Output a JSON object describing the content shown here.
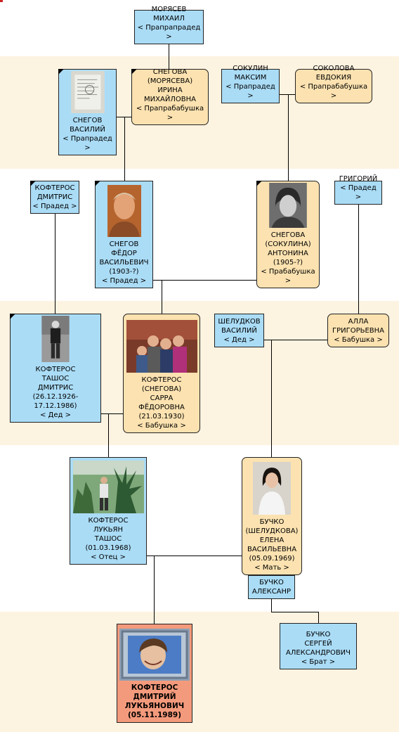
{
  "nodes": {
    "morjasev": {
      "lines": [
        "МОРЯСЕВ",
        "МИХАИЛ"
      ],
      "relation": "< Прапрапрадед >"
    },
    "snegov_vasiliy": {
      "lines": [
        "СНЕГОВ",
        "ВАСИЛИЙ"
      ],
      "relation": "< Прапрадед >"
    },
    "snegova_irina": {
      "lines": [
        "СНЕГОВА",
        "(МОРЯСЕВА)",
        "ИРИНА",
        "МИХАЙЛОВНА"
      ],
      "relation": "< Прапрабабушка >"
    },
    "sokulin": {
      "lines": [
        "СОКУЛИН",
        "МАКСИМ"
      ],
      "relation": "< Прапрадед >"
    },
    "sokolova": {
      "lines": [
        "СОКОЛОВА",
        "ЕВДОКИЯ"
      ],
      "relation": "< Прапрабабушка >"
    },
    "kofteros_dmitris": {
      "lines": [
        "КОФТЕРОС",
        "ДМИТРИС"
      ],
      "relation": "< Прадед >"
    },
    "snegov_fedor": {
      "lines": [
        "СНЕГОВ",
        "ФЁДОР",
        "ВАСИЛЬЕВИЧ",
        "(1903-?)"
      ],
      "relation": "< Прадед >"
    },
    "snegova_antonina": {
      "lines": [
        "СНЕГОВА",
        "(СОКУЛИНА)",
        "АНТОНИНА",
        "(1905-?)"
      ],
      "relation": "< Прабабушка >"
    },
    "grigoriy": {
      "lines": [
        "ГРИГОРИЙ"
      ],
      "relation": "< Прадед >"
    },
    "kofteros_tashos": {
      "lines": [
        "КОФТЕРОС",
        "ТАШОС",
        "ДМИТРИС",
        "(26.12.1926-17.12.1986)"
      ],
      "relation": "< Дед >"
    },
    "kofteros_sarra": {
      "lines": [
        "КОФТЕРОС",
        "(СНЕГОВА)",
        "САРРА",
        "ФЁДОРОВНА",
        "(21.03.1930)"
      ],
      "relation": "< Бабушка >"
    },
    "sheludkov": {
      "lines": [
        "ШЕЛУДКОВ",
        "ВАСИЛИЙ"
      ],
      "relation": "< Дед >"
    },
    "alla": {
      "lines": [
        "АЛЛА",
        "ГРИГОРЬЕВНА"
      ],
      "relation": "< Бабушка >"
    },
    "kofteros_lukyan": {
      "lines": [
        "КОФТЕРОС",
        "ЛУКЬЯН",
        "ТАШОС",
        "(01.03.1968)"
      ],
      "relation": "< Отец >"
    },
    "buchko_elena": {
      "lines": [
        "БУЧКО",
        "(ШЕЛУДКОВА)",
        "ЕЛЕНА",
        "ВАСИЛЬЕВНА",
        "(05.09.1969)"
      ],
      "relation": "< Мать >"
    },
    "buchko_aleksandr": {
      "lines": [
        "БУЧКО",
        "АЛЕКСАНР"
      ],
      "relation": ""
    },
    "buchko_sergey": {
      "lines": [
        "БУЧКО",
        "СЕРГЕЙ",
        "АЛЕКСАНДРОВИЧ"
      ],
      "relation": "< Брат >"
    },
    "self": {
      "lines": [
        "КОФТЕРОС",
        "ДМИТРИЙ",
        "ЛУКЬЯНОВИЧ",
        "(05.11.1989)"
      ],
      "relation": ""
    }
  },
  "colors": {
    "male": "#aadcf6",
    "female": "#fbe2b0",
    "self": "#f49a7c",
    "band": "#fdf3e1"
  }
}
